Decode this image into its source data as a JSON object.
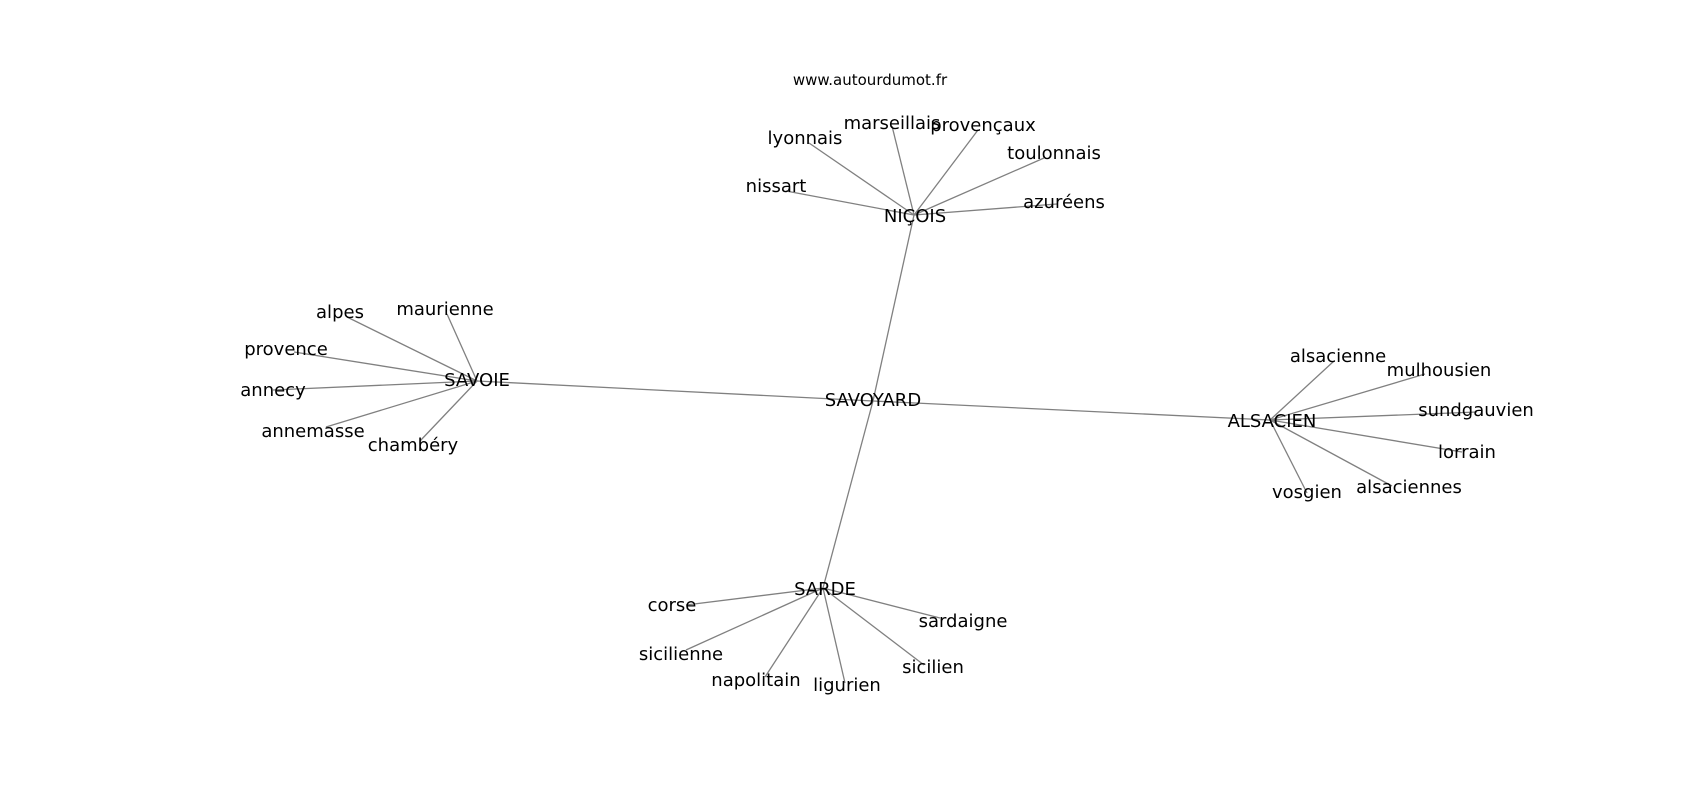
{
  "site_url": "www.autourdumot.fr",
  "center": "SAVOYARD",
  "clusters": [
    {
      "hub": "NIÇOIS",
      "leaves": [
        "nissart",
        "lyonnais",
        "marseillais",
        "provençaux",
        "toulonnais",
        "azuréens"
      ]
    },
    {
      "hub": "SAVOIE",
      "leaves": [
        "alpes",
        "maurienne",
        "provence",
        "annecy",
        "annemasse",
        "chambéry"
      ]
    },
    {
      "hub": "ALSACIEN",
      "leaves": [
        "alsacienne",
        "mulhousien",
        "sundgauvien",
        "lorrain",
        "alsaciennes",
        "vosgien"
      ]
    },
    {
      "hub": "SARDE",
      "leaves": [
        "corse",
        "sardaigne",
        "sicilienne",
        "napolitain",
        "ligurien",
        "sicilien"
      ]
    }
  ],
  "colors": {
    "edge": "#808080",
    "text": "#000000",
    "background": "#ffffff"
  }
}
